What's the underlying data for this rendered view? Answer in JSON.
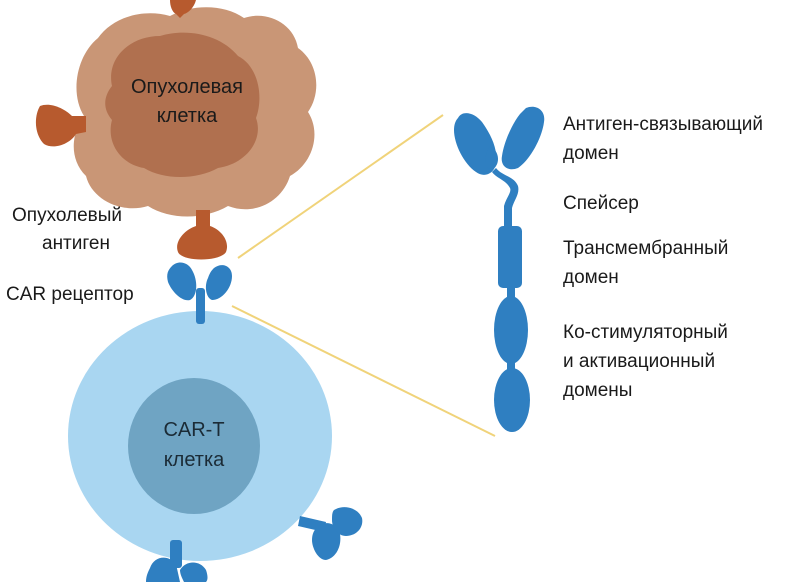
{
  "colors": {
    "tumor_outer": "#c99676",
    "tumor_inner": "#b0704f",
    "antigen": "#b75a2e",
    "tcell_outer": "#a9d6f1",
    "tcell_inner": "#6fa4c3",
    "receptor": "#2f7fc1",
    "connector": "#f0d37a"
  },
  "tumor_cell": {
    "label_line1": "Опухолевая",
    "label_line2": "клетка"
  },
  "tumor_antigen": {
    "label_line1": "Опухолевый",
    "label_line2": "антиген"
  },
  "car_receptor": {
    "label": "CAR рецептор"
  },
  "car_t_cell": {
    "label_line1": "CAR-T",
    "label_line2": "клетка"
  },
  "domains": {
    "antigen_binding_line1": "Антиген-связывающий",
    "antigen_binding_line2": "домен",
    "spacer": "Спейсер",
    "transmembrane_line1": "Трансмембранный",
    "transmembrane_line2": "домен",
    "costim_line1": "Ко-стимуляторный",
    "costim_line2": "и активационный",
    "costim_line3": "домены"
  }
}
